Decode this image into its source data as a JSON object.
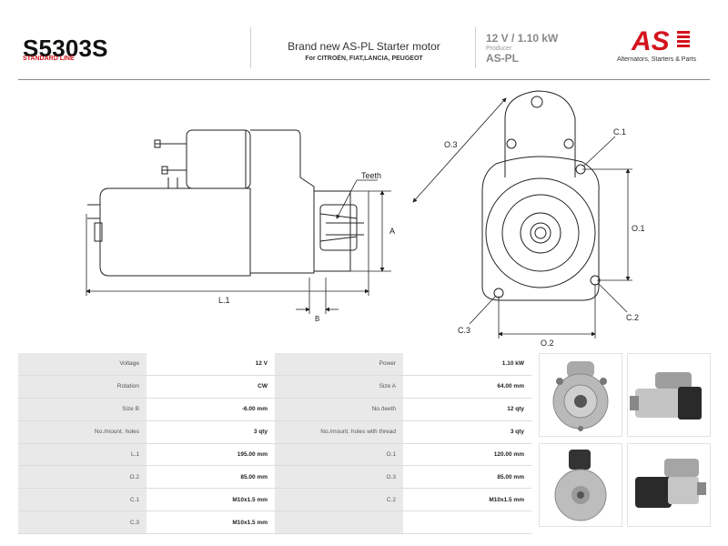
{
  "header": {
    "part_number": "S5303S",
    "line": "STANDARD LINE",
    "title": "Brand new AS-PL Starter motor",
    "subtitle": "For CITROËN, FIAT,LANCIA, PEUGEOT",
    "spec": "12 V  /  1.10 kW",
    "producer_label": "Producer",
    "producer_value": "AS-PL",
    "brand_logo": "AS",
    "brand_tagline": "Alternators, Starters & Parts"
  },
  "diagram": {
    "teeth": "Teeth",
    "a": "A",
    "b": "B",
    "l1": "L.1",
    "o1": "O.1",
    "o2": "O.2",
    "o3": "O.3",
    "c1": "C.1",
    "c2": "C.2",
    "c3": "C.3"
  },
  "specs": [
    {
      "l1": "Voltage",
      "v1": "12 V",
      "l2": "Power",
      "v2": "1.10 kW"
    },
    {
      "l1": "Rotation",
      "v1": "CW",
      "l2": "Size A",
      "v2": "64.00 mm"
    },
    {
      "l1": "Size B",
      "v1": "-6.00 mm",
      "l2": "No./teeth",
      "v2": "12 qty"
    },
    {
      "l1": "No./mount. holes",
      "v1": "3 qty",
      "l2": "No./mount. holes with thread",
      "v2": "3 qty"
    },
    {
      "l1": "L.1",
      "v1": "195.00 mm",
      "l2": "O.1",
      "v2": "120.00 mm"
    },
    {
      "l1": "O.2",
      "v1": "85.00 mm",
      "l2": "O.3",
      "v2": "85.00 mm"
    },
    {
      "l1": "C.1",
      "v1": "M10x1.5 mm",
      "l2": "C.2",
      "v2": "M10x1.5 mm"
    },
    {
      "l1": "C.3",
      "v1": "M10x1.5 mm",
      "l2": "",
      "v2": ""
    }
  ],
  "colors": {
    "brand_red": "#d4141e",
    "label_bg": "#e9e9e9"
  }
}
